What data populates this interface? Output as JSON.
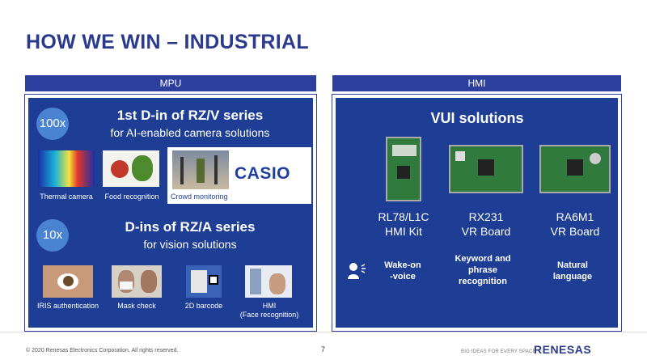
{
  "title": "HOW WE WIN – INDUSTRIAL",
  "mpu": {
    "header": "MPU",
    "rzv": {
      "badge": "100x",
      "heading": "1st D-in of RZ/V series",
      "subheading": "for AI-enabled camera solutions",
      "items": [
        {
          "label": "Thermal camera"
        },
        {
          "label": "Food recognition"
        },
        {
          "label": "Crowd monitoring"
        }
      ],
      "casio": "CASIO"
    },
    "rza": {
      "badge": "10x",
      "heading": "D-ins of RZ/A series",
      "subheading": "for vision solutions",
      "items": [
        {
          "label": "IRIS authentication"
        },
        {
          "label": "Mask check"
        },
        {
          "label": "2D barcode"
        },
        {
          "label": "HMI\n(Face recognition)"
        }
      ]
    }
  },
  "hmi": {
    "header": "HMI",
    "heading": "VUI solutions",
    "boards": [
      {
        "name": "RL78/L1C\nHMI Kit"
      },
      {
        "name": "RX231\nVR Board"
      },
      {
        "name": "RA6M1\nVR Board"
      }
    ],
    "features": [
      "Wake-on\n-voice",
      "Keyword and\nphrase\nrecognition",
      "Natural\nlanguage"
    ]
  },
  "footer": {
    "copyright": "© 2020 Renesas Electronics Corporation. All rights reserved.",
    "page": "7",
    "tagline": "BIG IDEAS FOR EVERY SPACE",
    "logo": "RENESAS"
  }
}
